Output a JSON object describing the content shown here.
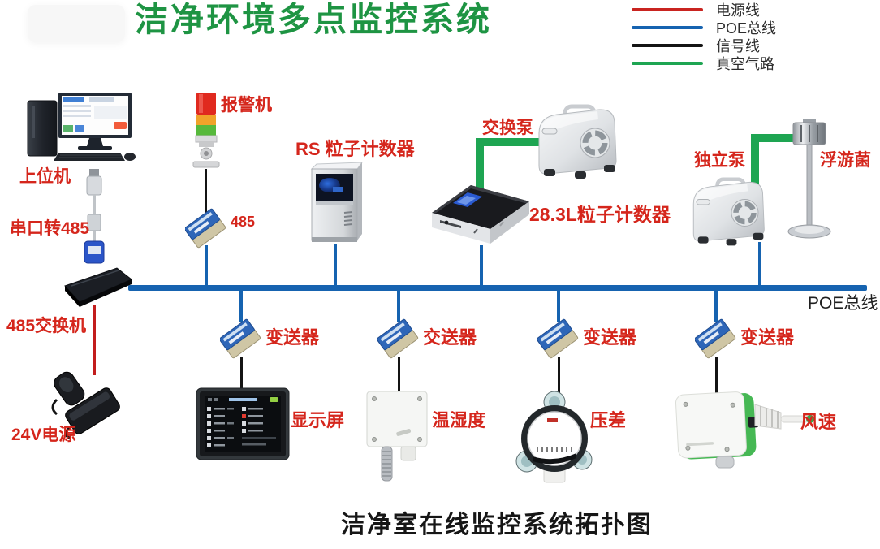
{
  "header": {
    "title": "洁净环境多点监控系统"
  },
  "legend": {
    "items": [
      {
        "label": "电源线",
        "color": "#c92420"
      },
      {
        "label": "POE总线",
        "color": "#1663b0"
      },
      {
        "label": "信号线",
        "color": "#141414"
      },
      {
        "label": "真空气路",
        "color": "#1ea552"
      }
    ]
  },
  "bus": {
    "label": "POE总线",
    "color": "#1663b0"
  },
  "left_chain": {
    "host_computer": "上位机",
    "serial_converter": "串口转485",
    "switch_485": "485交换机",
    "power_24v": "24V电源"
  },
  "top_row": {
    "alarm": "报警机",
    "alarm_module": "485",
    "rs_counter": "RS 粒子计数器",
    "exchange_pump": "交换泵",
    "counter_283l": "28.3L粒子计数器",
    "independent_pump": "独立泵",
    "floating_bacteria": "浮游菌"
  },
  "bottom_row": {
    "chains": [
      {
        "module": "变送器",
        "device": "显示屏"
      },
      {
        "module": "交送器",
        "device": "温湿度"
      },
      {
        "module": "变送器",
        "device": "压差"
      },
      {
        "module": "变送器",
        "device": "风速"
      }
    ]
  },
  "footer": {
    "title": "洁净室在线监控系统拓扑图"
  },
  "colors": {
    "title_green": "#1e9443",
    "label_red": "#d5261c",
    "poe_blue": "#1663b0",
    "signal_black": "#141414",
    "vacuum_green": "#1ea552",
    "power_red": "#c21d1d"
  }
}
